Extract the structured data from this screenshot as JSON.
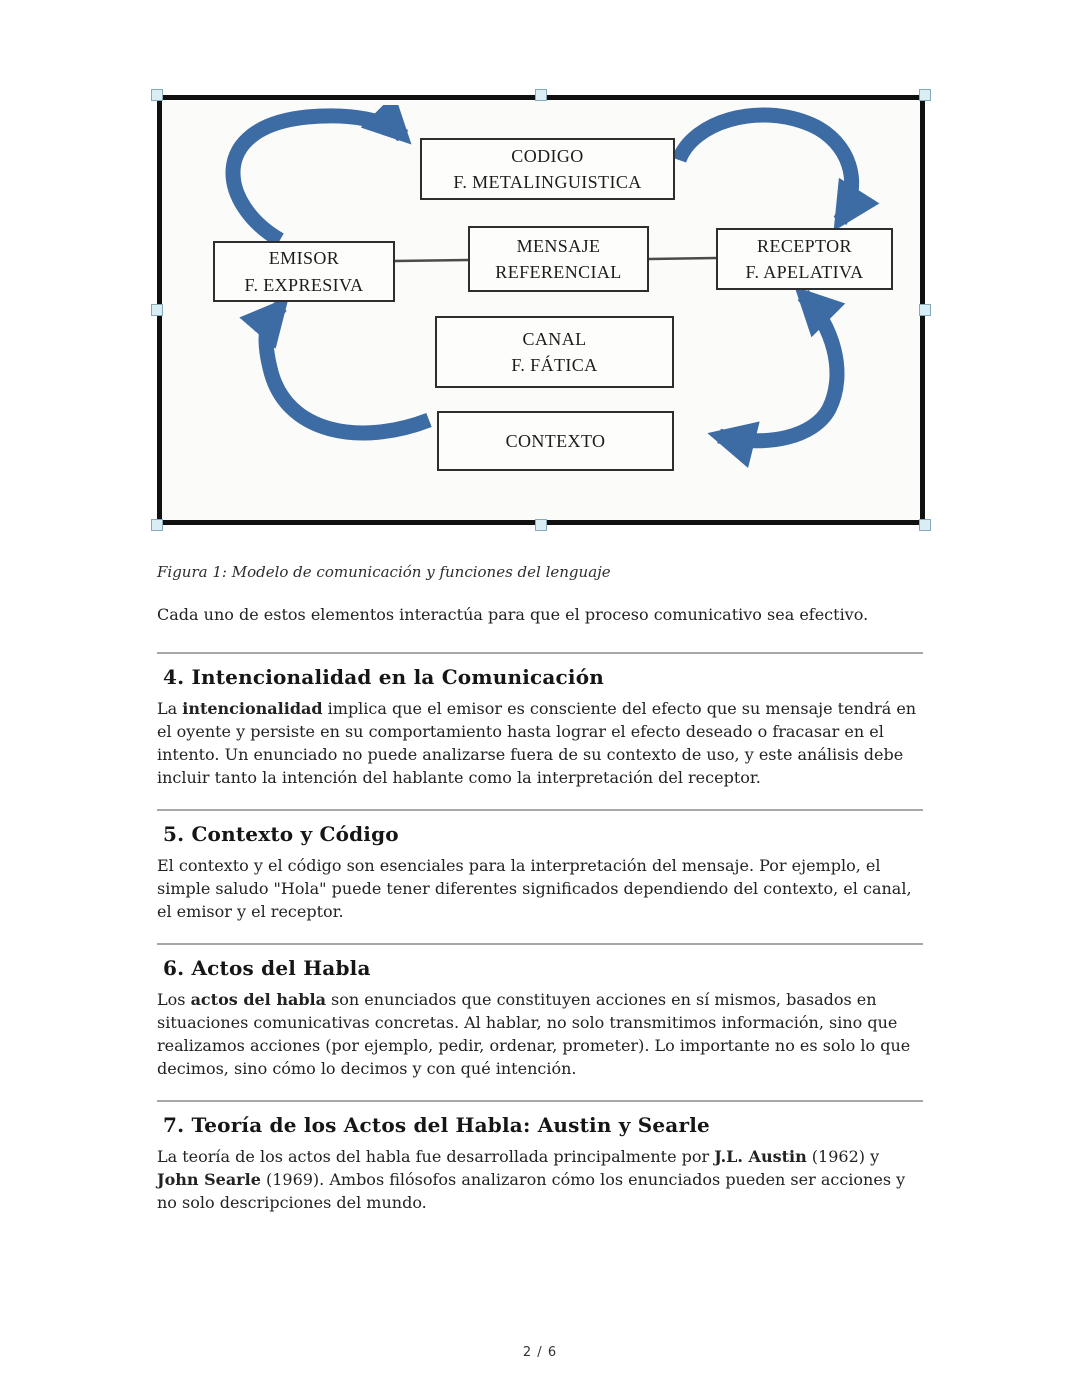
{
  "figure": {
    "caption": "Figura 1: Modelo de comunicación y funciones del lenguaje",
    "arrow_color": "#3d6ba4",
    "boxes": {
      "codigo": [
        "CODIGO",
        "F. METALINGUISTICA"
      ],
      "emisor": [
        "EMISOR",
        "F. EXPRESIVA"
      ],
      "mensaje": [
        "MENSAJE",
        "REFERENCIAL"
      ],
      "receptor": [
        "RECEPTOR",
        "F. APELATIVA"
      ],
      "canal": [
        "CANAL",
        "F. FÁTICA"
      ],
      "contexto": [
        "CONTEXTO"
      ]
    }
  },
  "intro": "Cada uno de estos elementos interactúa para que el proceso comunicativo sea efectivo.",
  "sections": [
    {
      "heading": "4. Intencionalidad en la Comunicación",
      "segments": [
        "La ",
        "intencionalidad",
        " implica que el emisor es consciente del efecto que su mensaje tendrá en el oyente y persiste en su comportamiento hasta lograr el efecto deseado o fracasar en el intento. Un enunciado no puede analizarse fuera de su contexto de uso, y este análisis debe incluir tanto la intención del hablante como la interpretación del receptor."
      ]
    },
    {
      "heading": "5. Contexto y Código",
      "segments": [
        "El contexto y el código son esenciales para la interpretación del mensaje. Por ejemplo, el simple saludo \"Hola\" puede tener diferentes significados dependiendo del contexto, el canal, el emisor y el receptor."
      ]
    },
    {
      "heading": "6. Actos del Habla",
      "segments": [
        "Los ",
        "actos del habla",
        " son enunciados que constituyen acciones en sí mismos, basados en situaciones comunicativas concretas. Al hablar, no solo transmitimos información, sino que realizamos acciones (por ejemplo, pedir, ordenar, prometer). Lo importante no es solo lo que decimos, sino cómo lo decimos y con qué intención."
      ]
    },
    {
      "heading": "7. Teoría de los Actos del Habla: Austin y Searle",
      "segments": [
        "La teoría de los actos del habla fue desarrollada principalmente por ",
        "J.L. Austin",
        " (1962) y ",
        "John Searle",
        " (1969). Ambos filósofos analizaron cómo los enunciados pueden ser acciones y no solo descripciones del mundo."
      ]
    }
  ],
  "footer": {
    "page_label": "2 / 6"
  }
}
